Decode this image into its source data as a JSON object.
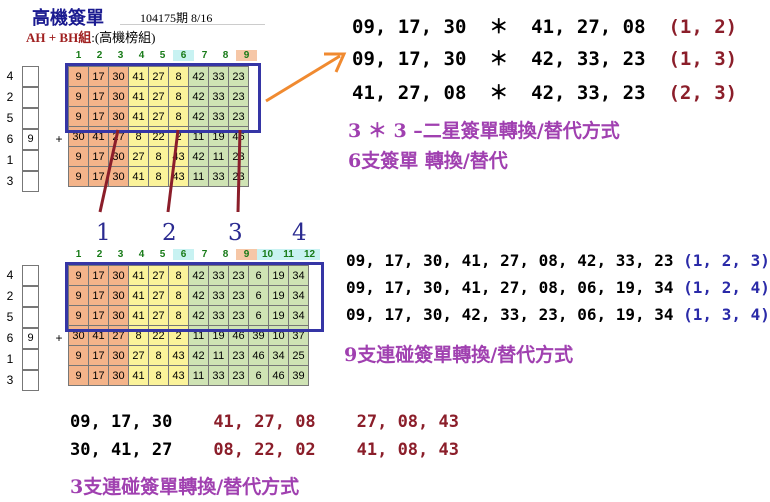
{
  "header": {
    "title": "高機簽單",
    "period": "104175期  8/16",
    "group": "AH + BH組",
    "group_sub": ":(高機榜組)"
  },
  "grid1": {
    "cols": [
      "1",
      "2",
      "3",
      "4",
      "5",
      "6",
      "7",
      "8",
      "9"
    ],
    "rows": [
      {
        "label": "4",
        "box": "",
        "cells": [
          "9",
          "17",
          "30",
          "41",
          "27",
          "8",
          "42",
          "33",
          "23"
        ]
      },
      {
        "label": "2",
        "box": "",
        "cells": [
          "9",
          "17",
          "30",
          "41",
          "27",
          "8",
          "42",
          "33",
          "23"
        ]
      },
      {
        "label": "5",
        "box": "",
        "cells": [
          "9",
          "17",
          "30",
          "41",
          "27",
          "8",
          "42",
          "33",
          "23"
        ]
      },
      {
        "label": "6",
        "box": "9",
        "plus": "+",
        "cells": [
          "30",
          "41",
          "27",
          "8",
          "22",
          "2",
          "11",
          "19",
          "46"
        ]
      },
      {
        "label": "1",
        "box": "",
        "cells": [
          "9",
          "17",
          "30",
          "27",
          "8",
          "43",
          "42",
          "11",
          "23"
        ]
      },
      {
        "label": "3",
        "box": "",
        "cells": [
          "9",
          "17",
          "30",
          "41",
          "8",
          "43",
          "11",
          "33",
          "23"
        ]
      }
    ]
  },
  "grid2": {
    "cols": [
      "1",
      "2",
      "3",
      "4",
      "5",
      "6",
      "7",
      "8",
      "9",
      "10",
      "11",
      "12"
    ],
    "rows": [
      {
        "label": "4",
        "box": "",
        "cells": [
          "9",
          "17",
          "30",
          "41",
          "27",
          "8",
          "42",
          "33",
          "23",
          "6",
          "19",
          "34"
        ]
      },
      {
        "label": "2",
        "box": "",
        "cells": [
          "9",
          "17",
          "30",
          "41",
          "27",
          "8",
          "42",
          "33",
          "23",
          "6",
          "19",
          "34"
        ]
      },
      {
        "label": "5",
        "box": "",
        "cells": [
          "9",
          "17",
          "30",
          "41",
          "27",
          "8",
          "42",
          "33",
          "23",
          "6",
          "19",
          "34"
        ]
      },
      {
        "label": "6",
        "box": "9",
        "plus": "+",
        "cells": [
          "30",
          "41",
          "27",
          "8",
          "22",
          "2",
          "11",
          "19",
          "46",
          "39",
          "10",
          "37"
        ]
      },
      {
        "label": "1",
        "box": "",
        "cells": [
          "9",
          "17",
          "30",
          "27",
          "8",
          "43",
          "42",
          "11",
          "23",
          "46",
          "34",
          "25"
        ]
      },
      {
        "label": "3",
        "box": "",
        "cells": [
          "9",
          "17",
          "30",
          "41",
          "8",
          "43",
          "11",
          "33",
          "23",
          "6",
          "46",
          "39"
        ]
      }
    ]
  },
  "right_top": {
    "lines": [
      {
        "nums": "09, 17, 30  ＊  41, 27, 08",
        "tag": "(1, 2)"
      },
      {
        "nums": "09, 17, 30  ＊  42, 33, 23",
        "tag": "(1, 3)"
      },
      {
        "nums": "41, 27, 08  ＊  42, 33, 23",
        "tag": "(2, 3)"
      }
    ],
    "desc1": "3 ＊ 3 –二星簽單轉換/替代方式",
    "desc2": "6支簽單 轉換/替代"
  },
  "group_labels": [
    "1",
    "2",
    "3",
    "4"
  ],
  "right_mid": {
    "lines": [
      {
        "nums": "09, 17, 30, 41, 27, 08, 42, 33, 23",
        "tag": "(1, 2, 3)"
      },
      {
        "nums": "09, 17, 30, 41, 27, 08, 06, 19, 34",
        "tag": "(1, 2, 4)"
      },
      {
        "nums": "09, 17, 30, 42, 33, 23, 06, 19, 34",
        "tag": "(1, 3, 4)"
      }
    ],
    "desc": "9支連碰簽單轉換/替代方式"
  },
  "bottom": {
    "row1": [
      "09, 17, 30",
      "41, 27, 08",
      "27, 08, 43"
    ],
    "row2": [
      "30, 41, 27",
      "08, 22, 02",
      "41, 08, 43"
    ],
    "desc": "3支連碰簽單轉換/替代方式"
  },
  "colors": {
    "orange": "#f4b48a",
    "yellow": "#fbf39a",
    "green": "#cfe3b4",
    "box_blue": "#3535a5",
    "dark_red": "#8b1e2a",
    "purple": "#a040b0",
    "arrow": "#f08a30"
  }
}
